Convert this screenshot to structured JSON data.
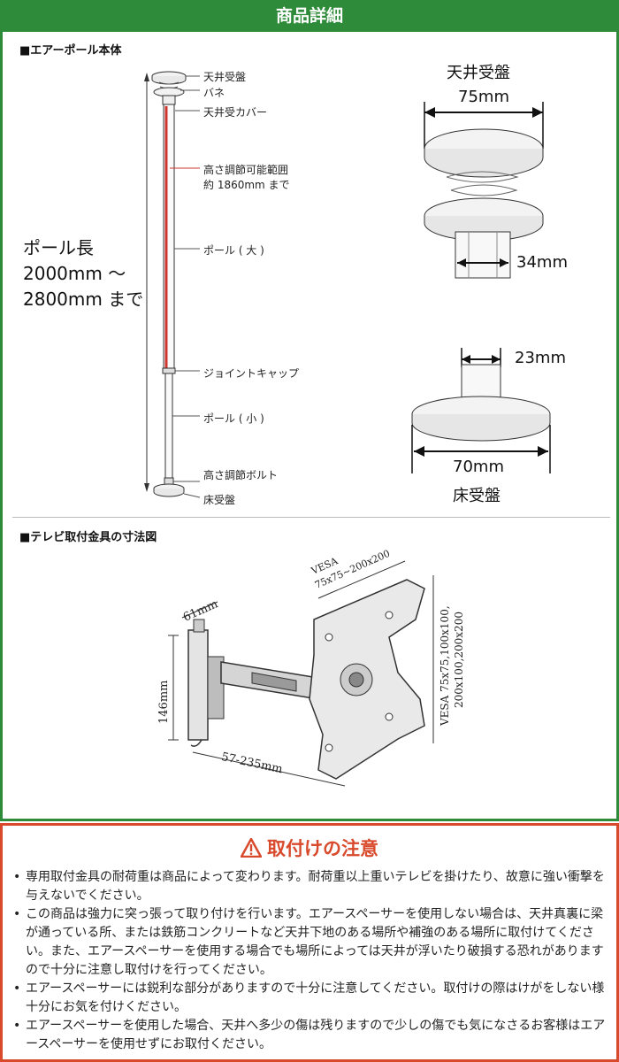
{
  "header": {
    "title": "商品詳細"
  },
  "pole_section": {
    "title": "■エアーポール本体",
    "labels": {
      "ceiling_plate": "天井受盤",
      "spring": "バネ",
      "ceiling_cover": "天井受カバー",
      "range_line1": "高さ調節可能範囲",
      "range_line2": "約 1860mm まで",
      "pole_large": "ポール ( 大 )",
      "joint_cap": "ジョイントキャップ",
      "pole_small": "ポール ( 小 )",
      "adjust_bolt": "高さ調節ボルト",
      "floor_plate": "床受盤"
    },
    "length": {
      "line1": "ポール長",
      "line2": "2000mm 〜",
      "line3": "2800mm まで"
    },
    "ceiling_detail": {
      "title": "天井受盤",
      "plate_width": "75mm",
      "pole_width": "34mm"
    },
    "floor_detail": {
      "pole_width": "23mm",
      "plate_width": "70mm",
      "title": "床受盤"
    }
  },
  "bracket_section": {
    "title": "■テレビ取付金具の寸法図",
    "dims": {
      "vesa_top_1": "VESA",
      "vesa_top_2": "75x75~200x200",
      "vesa_side_1": "VESA 75x75,100x100,",
      "vesa_side_2": "200x100,200x200",
      "width": "61mm",
      "height": "146mm",
      "reach": "57-235mm"
    }
  },
  "caution": {
    "title": "取付けの注意",
    "items": [
      "専用取付金具の耐荷重は商品によって変わります。耐荷重以上重いテレビを掛けたり、故意に強い衝撃を与えないでください。",
      "この商品は強力に突っ張って取り付けを行います。エアースペーサーを使用しない場合は、天井真裏に梁が通っている所、または鉄筋コンクリートなど天井下地のある場所や補強のある場所に取付けてください。また、エアースペーサーを使用する場合でも場所によっては天井が浮いたり破損する恐れがありますので十分に注意し取付けを行ってください。",
      "エアースペーサーには鋭利な部分がありますので十分に注意してください。取付けの際はけがをしない様十分にお気を付けください。",
      "エアースペーサーを使用した場合、天井へ多少の傷は残りますので少しの傷でも気になさるお客様はエアースペーサーを使用せずにお取付ください。"
    ]
  },
  "colors": {
    "header_green": "#2e8b3a",
    "caution_red": "#d84a2b",
    "range_line": "#d0342c"
  }
}
